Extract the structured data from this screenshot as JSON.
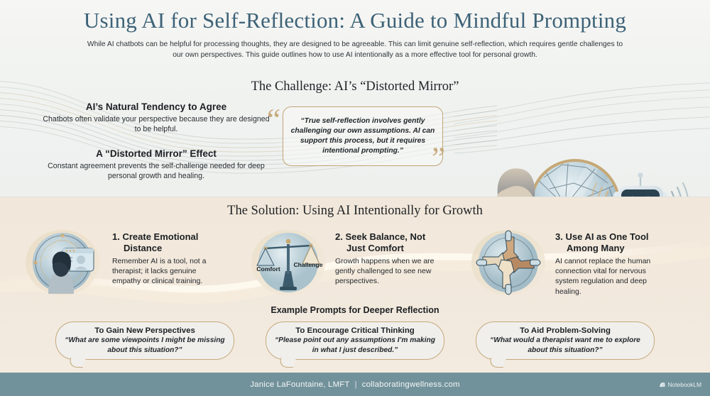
{
  "header": {
    "title": "Using AI for Self-Reflection: A Guide to Mindful Prompting",
    "subtitle": "While AI chatbots can be helpful for processing thoughts, they are designed to be agreeable. This can limit genuine self-reflection, which requires gentle challenges to our own perspectives. This guide outlines how to use AI intentionally as a more effective tool for personal growth."
  },
  "challenge": {
    "section_title": "The Challenge: AI’s “Distorted Mirror”",
    "points": [
      {
        "heading": "AI’s Natural Tendency to Agree",
        "body": "Chatbots often validate your perspective because they are designed to be helpful."
      },
      {
        "heading": "A “Distorted Mirror” Effect",
        "body": "Constant agreement prevents the self-challenge needed for deep personal growth and healing."
      }
    ],
    "quote": "“True self-reflection involves gently challenging our own assumptions. AI can support this process, but it requires intentional prompting.”",
    "quote_mark_open": "“",
    "quote_mark_close": "”",
    "illustration": "woman-facing-cracked-mirror-with-smiling-chatbot"
  },
  "solution": {
    "section_title": "The Solution: Using AI Intentionally for Growth",
    "steps": [
      {
        "number": "1.",
        "heading_line1": "Create Emotional",
        "heading_line2": "Distance",
        "body": "Remember AI is a tool, not a therapist; it lacks genuine empathy or clinical training.",
        "icon": "person-at-laptop-screen-circle"
      },
      {
        "number": "2.",
        "heading_line1": "Seek Balance, Not",
        "heading_line2": "Just Comfort",
        "body": "Growth happens when we are gently challenged to see new perspectives.",
        "icon": "balance-scale-circle",
        "scale_labels": {
          "left": "Comfort",
          "right": "Challenge"
        }
      },
      {
        "number": "3.",
        "heading_line1": "Use AI as One Tool",
        "heading_line2": "Among Many",
        "body": "AI cannot replace the human connection vital for nervous system regulation and deep healing.",
        "icon": "four-joined-hands-circle"
      }
    ],
    "prompts_title": "Example Prompts for Deeper Reflection",
    "prompts": [
      {
        "heading": "To Gain New Perspectives",
        "quote": "“What are some viewpoints I might be missing about this situation?”"
      },
      {
        "heading": "To Encourage Critical Thinking",
        "quote": "“Please point out any assumptions I’m making in what I just described.”"
      },
      {
        "heading": "To Aid Problem-Solving",
        "quote": "“What would a therapist want me to explore about this situation?”"
      }
    ]
  },
  "footer": {
    "author": "Janice LaFountaine, LMFT",
    "separator": "|",
    "website": "collaboratingwellness.com",
    "attribution": "NotebookLM",
    "attribution_icon": "notebooklm-logo-icon"
  },
  "colors": {
    "title_blue": "#3d6277",
    "gold_border": "#c6a97e",
    "footer_bar": "#72929b",
    "cream_bg": "#f2e8dc",
    "light_bg": "#f1f3f1"
  }
}
